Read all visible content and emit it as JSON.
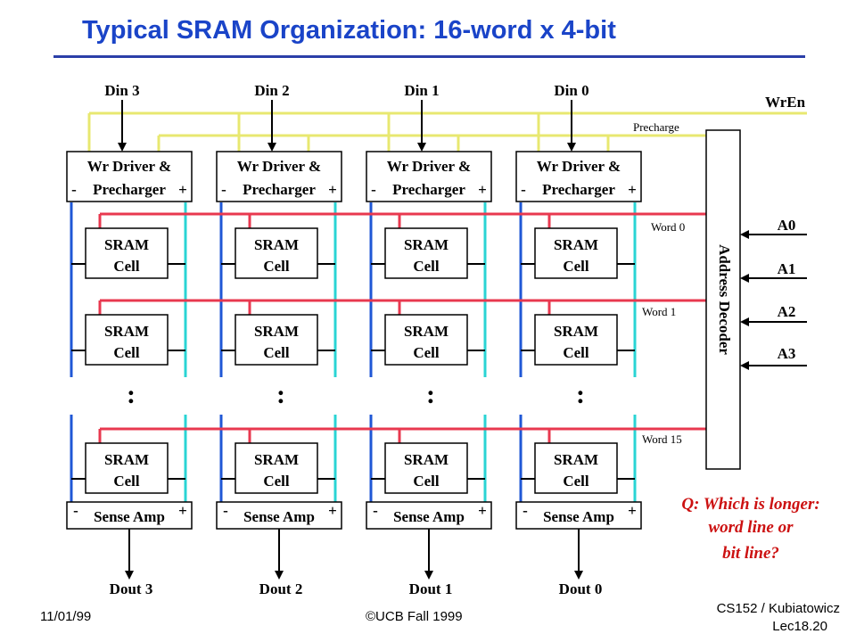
{
  "title": "Typical SRAM Organization: 16-word x 4-bit",
  "din_labels": [
    "Din 3",
    "Din 2",
    "Din 1",
    "Din 0"
  ],
  "dout_labels": [
    "Dout 3",
    "Dout 2",
    "Dout 1",
    "Dout 0"
  ],
  "wr_driver": {
    "line1": "Wr Driver &",
    "line2": "Precharger",
    "minus": "-",
    "plus": "+"
  },
  "sram_cell": {
    "line1": "SRAM",
    "line2": "Cell"
  },
  "sense_amp": {
    "label": "Sense Amp",
    "minus": "-",
    "plus": "+"
  },
  "ellipsis": ":",
  "signals": {
    "wren": "WrEn",
    "precharge": "Precharge",
    "word0": "Word 0",
    "word1": "Word 1",
    "word15": "Word 15"
  },
  "decoder": {
    "label": "Address Decoder",
    "inputs": [
      "A0",
      "A1",
      "A2",
      "A3"
    ]
  },
  "question": [
    "Q: Which is longer:",
    "word line or",
    "bit line?"
  ],
  "footer": {
    "date": "11/01/99",
    "copyright": "©UCB Fall 1999",
    "course": "CS152 / Kubiatowicz",
    "lecture": "Lec18.20"
  },
  "colors": {
    "title": "#1a44c8",
    "word_line": "#e8384f",
    "bit_line_left": "#1f57d6",
    "bit_line_right": "#2ad4d4",
    "control_line": "#e8e870",
    "question": "#cc1111"
  }
}
